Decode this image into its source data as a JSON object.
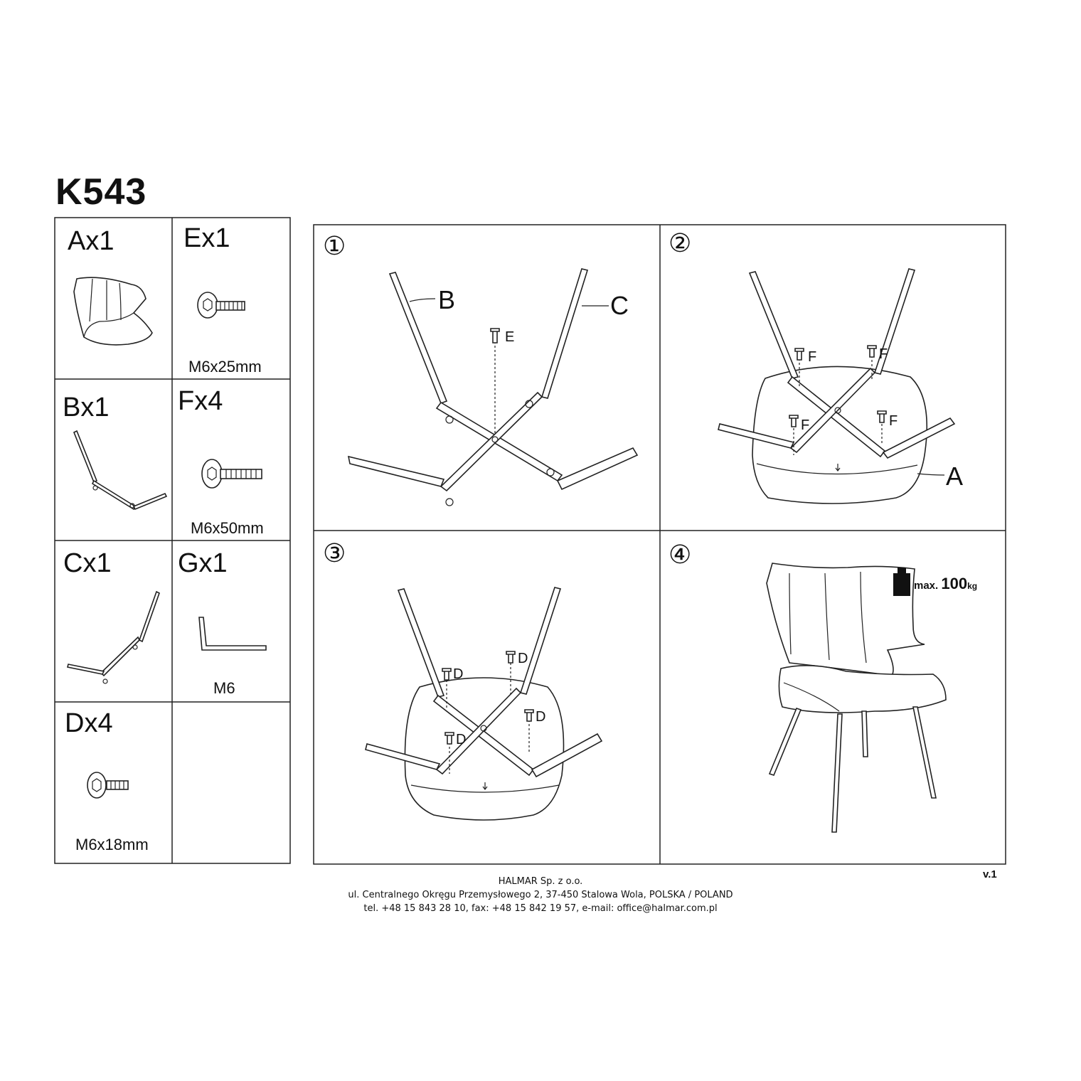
{
  "title": "K543",
  "parts": [
    {
      "label": "Ax1",
      "spec": ""
    },
    {
      "label": "Ex1",
      "spec": "M6x25mm"
    },
    {
      "label": "Bx1",
      "spec": ""
    },
    {
      "label": "Fx4",
      "spec": "M6x50mm"
    },
    {
      "label": "Cx1",
      "spec": ""
    },
    {
      "label": "Gx1",
      "spec": "M6"
    },
    {
      "label": "Dx4",
      "spec": "M6x18mm"
    }
  ],
  "steps": [
    {
      "number": "①",
      "labels": [
        "B",
        "C",
        "E"
      ]
    },
    {
      "number": "②",
      "labels": [
        "F",
        "F",
        "F",
        "F",
        "A"
      ]
    },
    {
      "number": "③",
      "labels": [
        "D",
        "D",
        "D",
        "D"
      ]
    },
    {
      "number": "④",
      "labels": []
    }
  ],
  "max_load": {
    "prefix": "max.",
    "value": "100",
    "unit": "kg"
  },
  "version": "v.1",
  "footer": {
    "company": "HALMAR Sp. z o.o.",
    "address": "ul. Centralnego Okręgu Przemysłowego 2, 37-450 Stalowa Wola, POLSKA / POLAND",
    "contact": "tel. +48 15 843 28 10, fax: +48 15 842 19 57, e-mail: office@halmar.com.pl"
  }
}
